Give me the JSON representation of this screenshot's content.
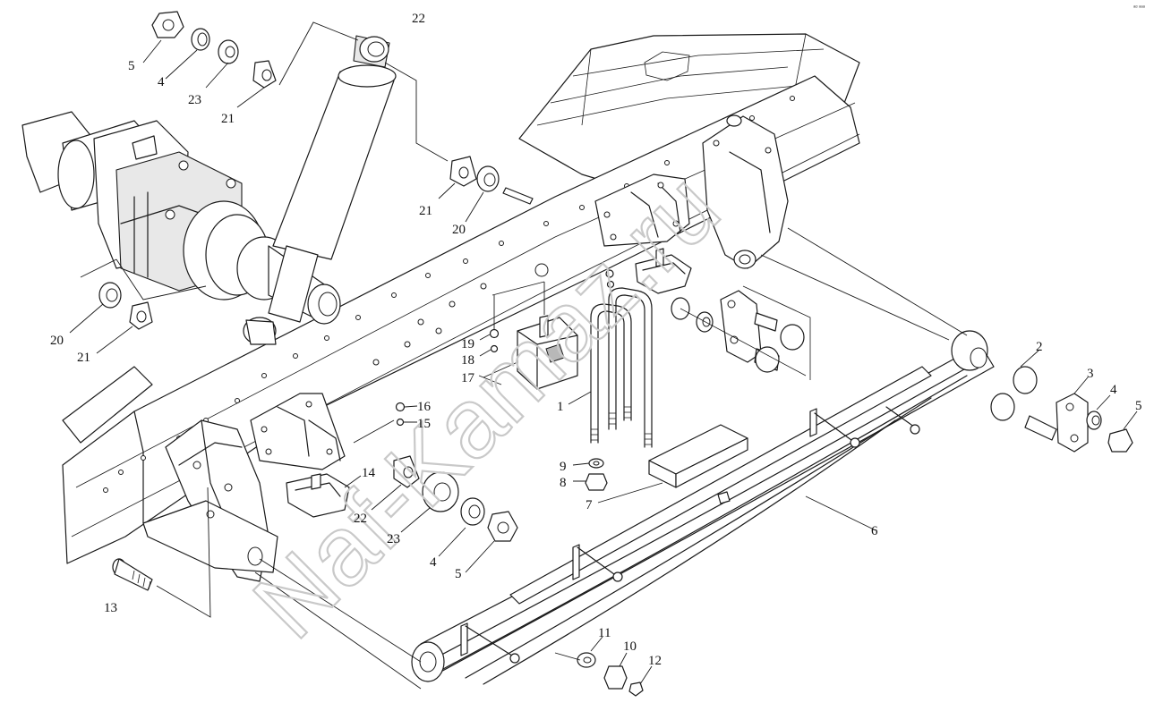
{
  "figure": {
    "corner_mark": "ᵃᵅ ᵃᵃᵃ",
    "watermark": "Naf-Kamaz.ru",
    "colors": {
      "line": "#1a1a1a",
      "background": "#ffffff",
      "watermark": "#c9c9c9"
    }
  },
  "callouts": [
    {
      "key": "n5a",
      "label": "5"
    },
    {
      "key": "n4a",
      "label": "4"
    },
    {
      "key": "n23a",
      "label": "23"
    },
    {
      "key": "n21a",
      "label": "21"
    },
    {
      "key": "n22a",
      "label": "22"
    },
    {
      "key": "n21b",
      "label": "21"
    },
    {
      "key": "n20a",
      "label": "20"
    },
    {
      "key": "n20b",
      "label": "20"
    },
    {
      "key": "n21c",
      "label": "21"
    },
    {
      "key": "n19",
      "label": "19"
    },
    {
      "key": "n18",
      "label": "18"
    },
    {
      "key": "n17",
      "label": "17"
    },
    {
      "key": "n16",
      "label": "16"
    },
    {
      "key": "n15",
      "label": "15"
    },
    {
      "key": "n1",
      "label": "1"
    },
    {
      "key": "n14",
      "label": "14"
    },
    {
      "key": "n22b",
      "label": "22"
    },
    {
      "key": "n23b",
      "label": "23"
    },
    {
      "key": "n4b",
      "label": "4"
    },
    {
      "key": "n5b",
      "label": "5"
    },
    {
      "key": "n9",
      "label": "9"
    },
    {
      "key": "n8",
      "label": "8"
    },
    {
      "key": "n7",
      "label": "7"
    },
    {
      "key": "n6",
      "label": "6"
    },
    {
      "key": "n2",
      "label": "2"
    },
    {
      "key": "n3",
      "label": "3"
    },
    {
      "key": "n4c",
      "label": "4"
    },
    {
      "key": "n5c",
      "label": "5"
    },
    {
      "key": "n13",
      "label": "13"
    },
    {
      "key": "n11",
      "label": "11"
    },
    {
      "key": "n10",
      "label": "10"
    },
    {
      "key": "n12",
      "label": "12"
    }
  ]
}
